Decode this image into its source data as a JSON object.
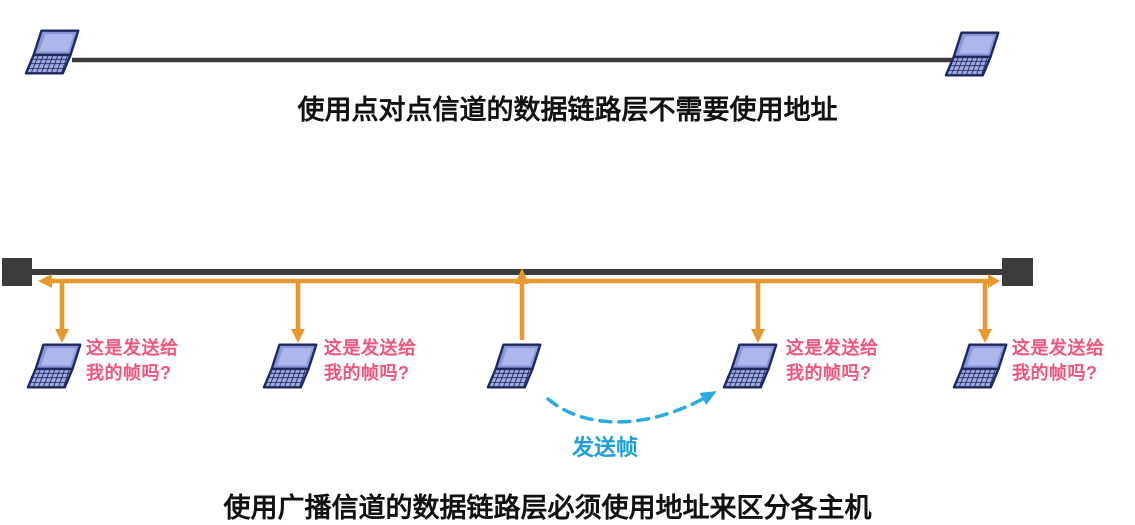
{
  "top_section": {
    "caption": "使用点对点信道的数据链路层不需要使用地址"
  },
  "bottom_section": {
    "caption": "使用广播信道的数据链路层必须使用地址来区分各主机",
    "send_frame_label": "发送帧",
    "questions": [
      {
        "line1": "这是发送给",
        "line2": "我的帧吗?"
      },
      {
        "line1": "这是发送给",
        "line2": "我的帧吗?"
      },
      {
        "line1": "这是发送给",
        "line2": "我的帧吗?"
      },
      {
        "line1": "这是发送给",
        "line2": "我的帧吗?"
      }
    ]
  },
  "colors": {
    "laptop_body": "#8B96D8",
    "laptop_outline": "#1E2A5E",
    "bus_dark_gray": "#3C3C3C",
    "broadcast_arrow_orange": "#E8992E",
    "send_arrow_cyan": "#29ABE2",
    "question_pink": "#F0557E",
    "send_label_blue": "#1B9FD8",
    "caption_black": "#111111"
  }
}
